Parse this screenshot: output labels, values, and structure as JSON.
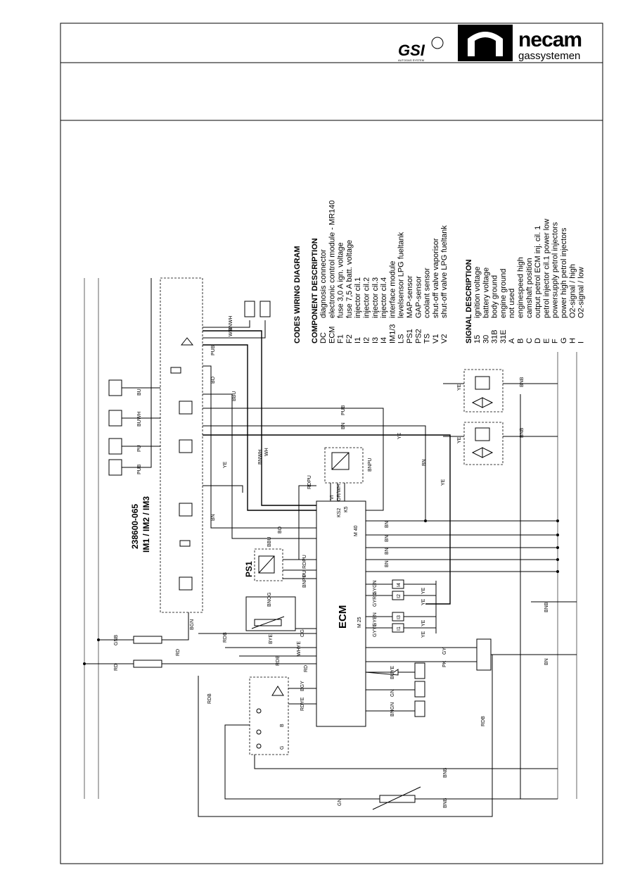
{
  "logos": {
    "gsi": "GSI",
    "gsi_sub": "AUTOGAS SYSTEM",
    "necam": "necam",
    "necam_sub": "gassystemen"
  },
  "module_title": "238600-065",
  "module_subtitle": "IM1 / IM2 / IM3",
  "ps1_label": "PS1",
  "ecm_label": "ECM",
  "legend": {
    "title": "CODES WIRING DIAGRAM",
    "component_heading": "COMPONENT DESCRIPTION",
    "components": [
      {
        "code": "DC",
        "desc": "diagnosis connector"
      },
      {
        "code": "ECM",
        "desc": "electronic control module - MR140"
      },
      {
        "code": "F1",
        "desc": "fuse 3,0 A  ign. voltage"
      },
      {
        "code": "F2",
        "desc": "fuse 7,5 A batt. voltage"
      },
      {
        "code": "I1",
        "desc": "injector cil.1"
      },
      {
        "code": "I2",
        "desc": "injector cil.2"
      },
      {
        "code": "I3",
        "desc": "injector cil.3"
      },
      {
        "code": "I4",
        "desc": "injector cil.4"
      },
      {
        "code": "IM1/3",
        "desc": "interface module"
      },
      {
        "code": "LS",
        "desc": "levelsensor LPG fueltank"
      },
      {
        "code": "PS1",
        "desc": "MAP-sensor"
      },
      {
        "code": "PS2",
        "desc": "GAP-sensor"
      },
      {
        "code": "TS",
        "desc": "coolant sensor"
      },
      {
        "code": "V1",
        "desc": "shut-off valve vaporisor"
      },
      {
        "code": "V2",
        "desc": "shut-off valve LPG fueltank"
      }
    ],
    "signal_heading": "SIGNAL DESCRIPTION",
    "signals": [
      {
        "code": "15",
        "desc": "ignition voltage"
      },
      {
        "code": "30",
        "desc": "battery voltage"
      },
      {
        "code": "31B",
        "desc": "body ground"
      },
      {
        "code": "31E",
        "desc": "engine ground"
      },
      {
        "code": "A",
        "desc": "not used"
      },
      {
        "code": "B",
        "desc": "enginespeed high"
      },
      {
        "code": "C",
        "desc": "camshaft position"
      },
      {
        "code": "D",
        "desc": "output petrol ECM inj. cil. 1"
      },
      {
        "code": "E",
        "desc": "petrol injector cil.1 power low"
      },
      {
        "code": "F",
        "desc": "powersupply petrol injectors"
      },
      {
        "code": "G",
        "desc": "power high petrol injectors"
      },
      {
        "code": "H",
        "desc": "O2-signal /  high"
      },
      {
        "code": "I",
        "desc": "O2-signal / low"
      }
    ]
  },
  "wire_labels": {
    "bu": "BU",
    "buwh": "BUWH",
    "pu": "PU",
    "pub": "PUB",
    "bnwh": "BNWH",
    "wh": "WH",
    "bo": "BO",
    "bbu": "BBU",
    "ye": "YE",
    "bn": "BN",
    "bnb": "BNB",
    "rdpu": "RDPU",
    "vi": "VI",
    "orwh": "OR/WH",
    "bnpu": "BNPU",
    "ks2": "KS2",
    "k5": "K5",
    "m40": "M 40",
    "m25": "M 25",
    "gygn": "GYGN",
    "gyrd": "GYRD",
    "gybn": "GYBN",
    "gyye": "GYYE",
    "i1": "I1",
    "i2": "I2",
    "i3": "I3",
    "i4": "I4",
    "gnb": "GNB",
    "rd": "RD",
    "rdb": "RDB",
    "bgn": "BGN",
    "bnog": "BNOG",
    "og": "OG",
    "bye": "BYE",
    "whye": "WHYE",
    "gy": "GY",
    "pk": "PK",
    "buye": "BUYE",
    "gn": "GN",
    "bngn": "BNGN",
    "bgy": "BGY",
    "rdye": "RDYE",
    "b": "B",
    "g": "G"
  }
}
